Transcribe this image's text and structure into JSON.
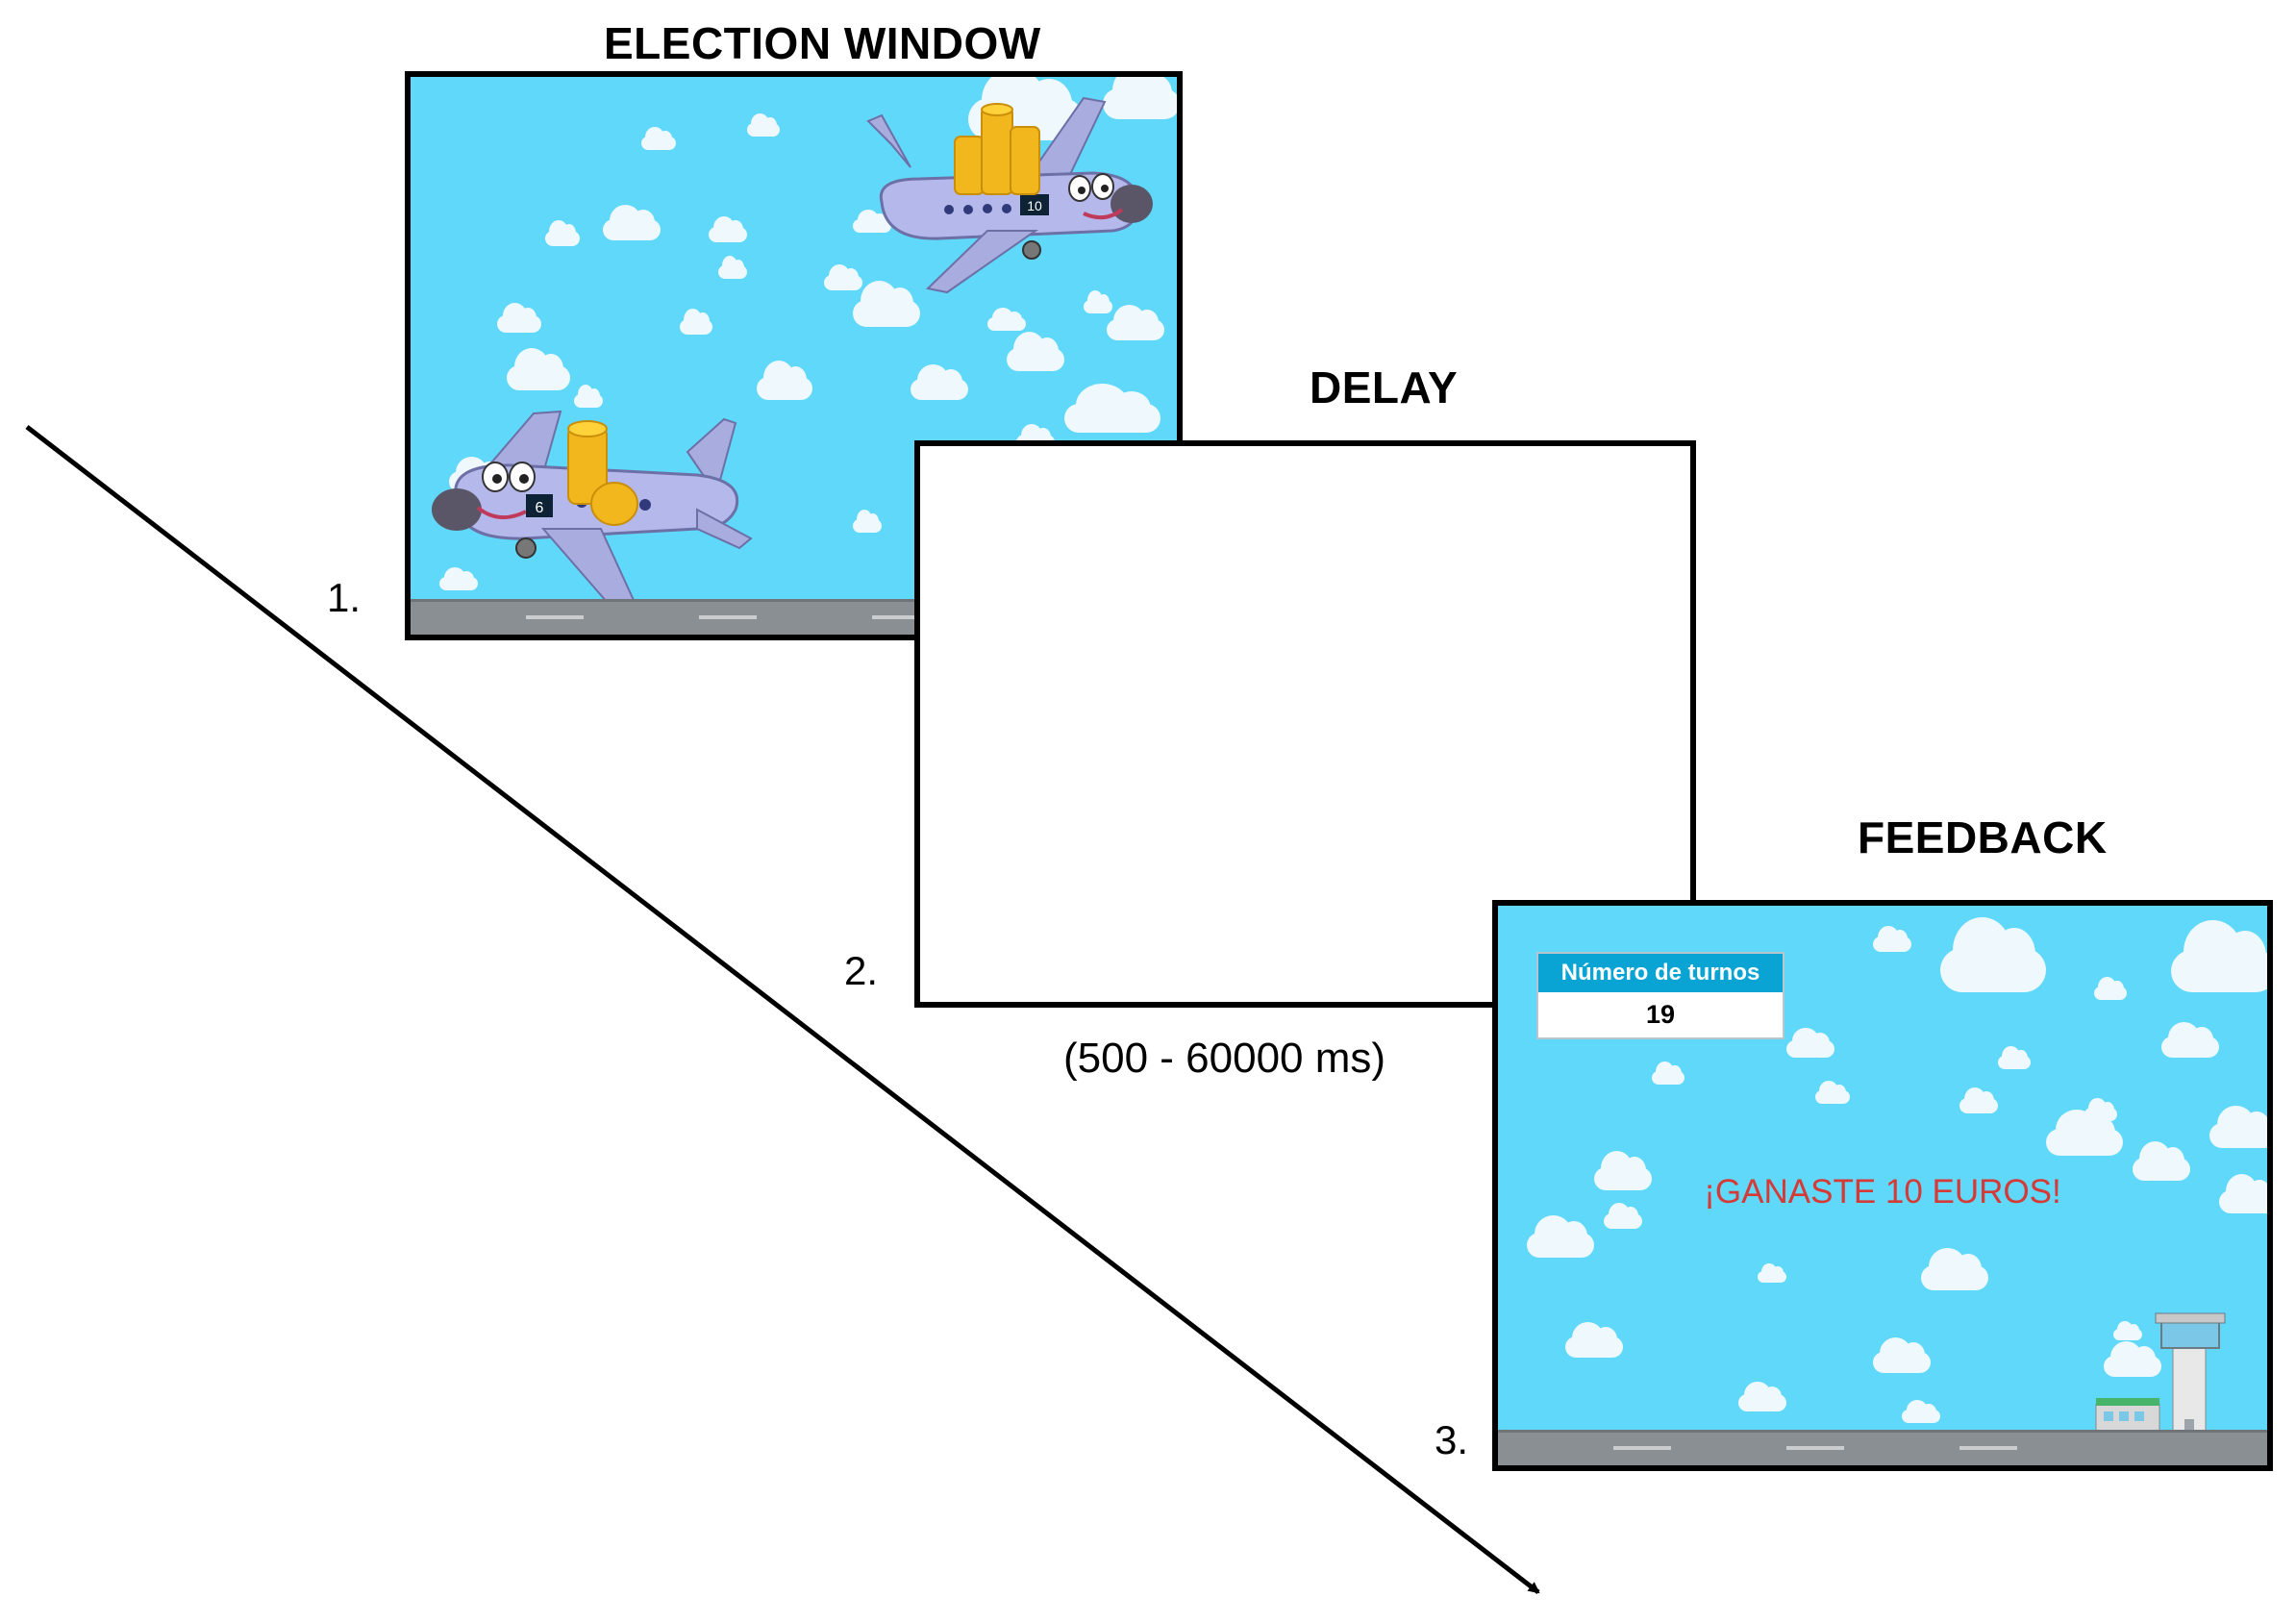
{
  "panels": [
    {
      "number": "1.",
      "title": "ELECTION WINDOW",
      "left_plane_number": "6",
      "right_plane_number": "10"
    },
    {
      "number": "2.",
      "title": "DELAY",
      "duration": "(500 - 60000 ms)"
    },
    {
      "number": "3.",
      "title": "FEEDBACK",
      "turns_label": "Número de turnos",
      "turns_value": "19",
      "message": "¡GANASTE 10 EUROS!"
    }
  ],
  "colors": {
    "sky": "#5fd8f9",
    "runway": "#8a8f94",
    "plane_body": "#b5b8ea",
    "coins": "#f2b71c",
    "feedback_text": "#d63a36",
    "turns_header": "#0aa4d4"
  }
}
